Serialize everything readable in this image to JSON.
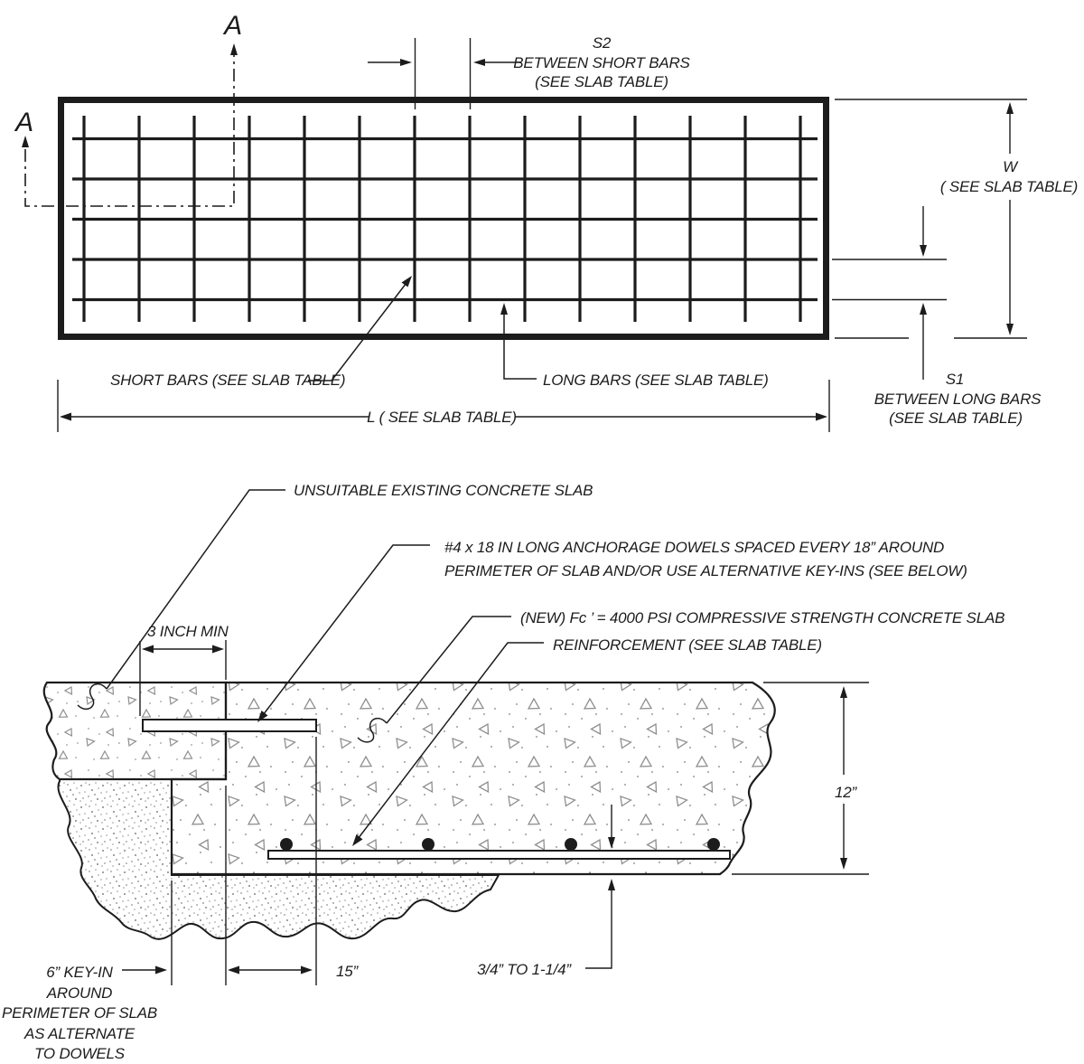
{
  "plan_view": {
    "section_marker_top": "A",
    "section_marker_left": "A",
    "s2_dim": {
      "l1": "S2",
      "l2": "BETWEEN SHORT BARS",
      "l3": "(SEE SLAB TABLE)"
    },
    "w_dim": {
      "l1": "W",
      "l2": "( SEE SLAB TABLE)"
    },
    "s1_dim": {
      "l1": "S1",
      "l2": "BETWEEN LONG BARS",
      "l3": "(SEE SLAB TABLE)"
    },
    "short_bars_label": "SHORT BARS (SEE SLAB TABLE)",
    "long_bars_label": "LONG BARS (SEE SLAB TABLE)",
    "l_dim": "L ( SEE SLAB TABLE)"
  },
  "section_view": {
    "unsuitable_label": "UNSUITABLE EXISTING CONCRETE SLAB",
    "dowel_label_l1": "#4 x 18 IN LONG ANCHORAGE DOWELS SPACED EVERY 18” AROUND",
    "dowel_label_l2": "PERIMETER OF SLAB AND/OR USE ALTERNATIVE KEY-INS  (SEE BELOW)",
    "concrete_label": "(NEW) Fc ’ = 4000 PSI COMPRESSIVE STRENGTH CONCRETE SLAB",
    "reinforcement_label": "REINFORCEMENT  (SEE SLAB TABLE)",
    "min_embed_dim": "3 INCH MIN",
    "thickness_dim": "12”",
    "embed_dim": "15”",
    "cover_dim": "3/4”  TO  1-1/4”",
    "keyin_note": {
      "l1": "6”  KEY-IN",
      "l2": "AROUND",
      "l3": "PERIMETER OF SLAB",
      "l4": "AS ALTERNATE",
      "l5": "TO DOWELS"
    }
  },
  "colors": {
    "line": "#1c1c1c",
    "stipple": "#8f8f8f",
    "background": "#ffffff"
  }
}
